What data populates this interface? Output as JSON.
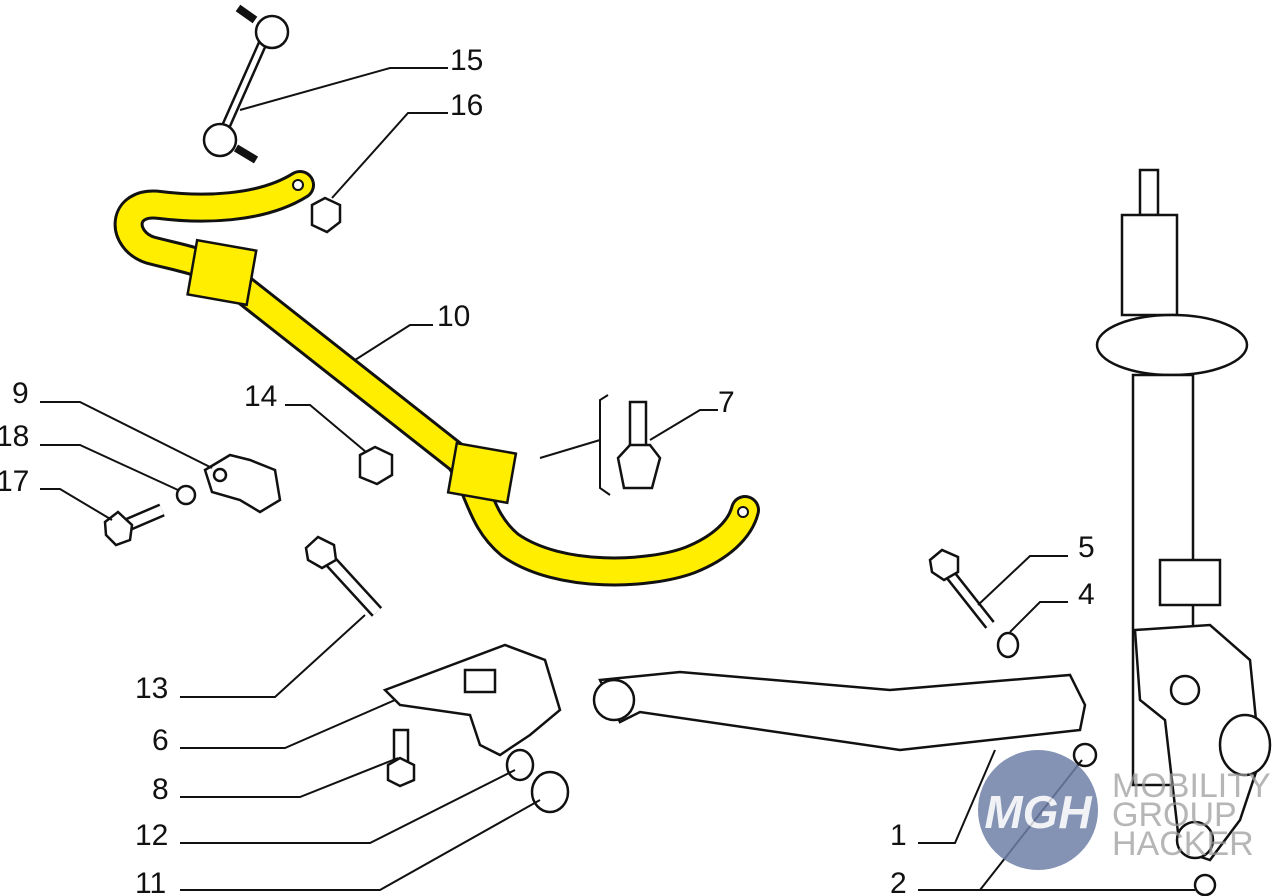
{
  "diagram": {
    "labels": [
      {
        "id": "15",
        "text": "15"
      },
      {
        "id": "16",
        "text": "16"
      },
      {
        "id": "10",
        "text": "10"
      },
      {
        "id": "9",
        "text": "9"
      },
      {
        "id": "18",
        "text": "18"
      },
      {
        "id": "17",
        "text": "17"
      },
      {
        "id": "14",
        "text": "14"
      },
      {
        "id": "7",
        "text": "7"
      },
      {
        "id": "5",
        "text": "5"
      },
      {
        "id": "4",
        "text": "4"
      },
      {
        "id": "13",
        "text": "13"
      },
      {
        "id": "6",
        "text": "6"
      },
      {
        "id": "8",
        "text": "8"
      },
      {
        "id": "12",
        "text": "12"
      },
      {
        "id": "11",
        "text": "11"
      },
      {
        "id": "1",
        "text": "1"
      },
      {
        "id": "2",
        "text": "2"
      }
    ],
    "highlight_color": "#ffee00"
  },
  "watermark": {
    "line1": "MOBILITY",
    "line2": "GROUP",
    "line3": "HACKER",
    "logo_letters": "MGH"
  }
}
